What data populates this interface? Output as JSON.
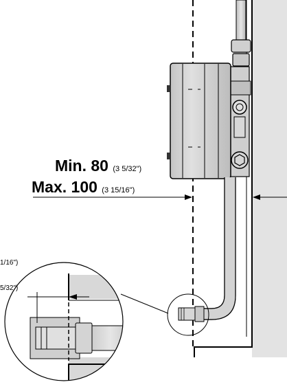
{
  "labels": {
    "min": {
      "main": "Min. 80",
      "sub": "(3 5/32\")"
    },
    "max": {
      "main": "Max. 100",
      "sub": "(3 15/16\")"
    },
    "detail_top": "1/16\")",
    "detail_bottom": "5/32\")"
  },
  "colors": {
    "wall": "#e3e3e3",
    "unit_body": "#d2d2d2",
    "pipe": "#cfcfcf",
    "detail_fill": "#cfcfcf",
    "line": "#000000"
  }
}
